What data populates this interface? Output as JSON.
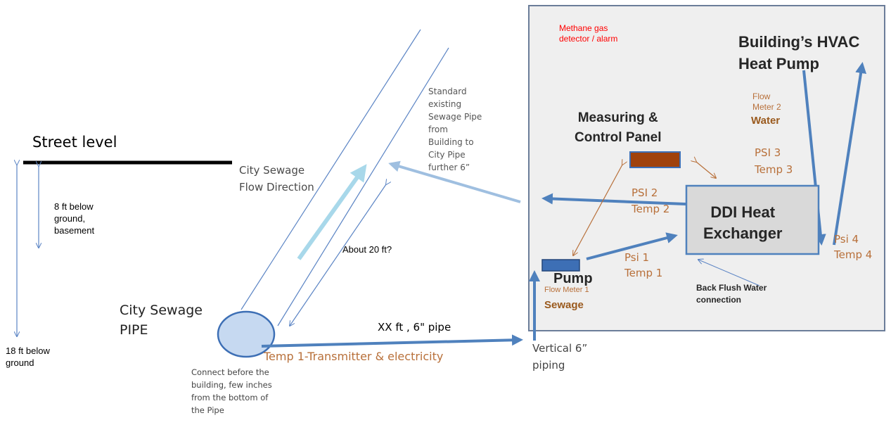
{
  "colors": {
    "pipe_line": "#5b84c4",
    "flow_blue": "#4f81bd",
    "light_arrow": "#9fbfe0",
    "cyan_arrow": "#a8d8ea",
    "brown_arrow": "#b8703a",
    "panel_fill": "#a0420c",
    "pump_fill": "#3d6fb5",
    "room_fill": "#efefef",
    "exchanger_fill": "#d9d9d9",
    "pipe_circle_fill": "#c6d9f1",
    "alarm_red": "#ff0000",
    "label_brown": "#b8703a"
  },
  "left": {
    "street_level": "Street level",
    "basement_depth": "8 ft below\nground,\nbasement",
    "total_depth": "18 ft below\nground",
    "city_sewage_pipe": "City Sewage\nPIPE",
    "connect_note": "Connect before the\nbuilding, few inches\nfrom the bottom of\nthe Pipe",
    "city_flow_direction": "City Sewage\nFlow Direction",
    "about_length": "About 20 ft?",
    "standard_pipe_note": "Standard\nexisting\nSewage Pipe\nfrom\nBuilding to\nCity Pipe\nfurther 6”",
    "xx_pipe": "XX  ft , 6\" pipe",
    "temp1_transmitter": "Temp 1-Transmitter & electricity",
    "vertical_piping": "Vertical 6”\npiping"
  },
  "room": {
    "methane": "Methane gas\ndetector / alarm",
    "hvac": "Building’s HVAC\nHeat Pump",
    "flow_meter2": "Flow\nMeter 2",
    "water": "Water",
    "control_panel": "Measuring &\nControl Panel",
    "psi3": "PSI 3\nTemp 3",
    "psi2": "PSI 2\nTemp 2",
    "exchanger": "DDI Heat\nExchanger",
    "psi4": "Psi 4\nTemp 4",
    "psi1": "Psi 1\nTemp 1",
    "pump": "Pump",
    "flow_meter1": "Flow Meter 1",
    "sewage": "Sewage",
    "back_flush": "Back Flush Water\nconnection"
  }
}
